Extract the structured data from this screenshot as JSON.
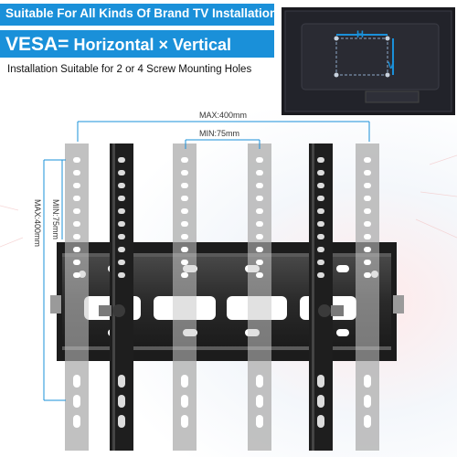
{
  "header": {
    "title": "Suitable For All Kinds Of Brand TV Installation"
  },
  "vesa": {
    "prefix": "VESA=",
    "text": " Horizontal × Vertical"
  },
  "install": {
    "text": "Installation Suitable for 2 or 4 Screw Mounting Holes"
  },
  "inset": {
    "h_label": "H",
    "v_label": "V"
  },
  "dimensions": {
    "max_width": "MAX:400mm",
    "min_width": "MIN:75mm",
    "min_height": "MIN:75mm",
    "max_height": "MAX:400mm"
  },
  "colors": {
    "accent": "#1a90d9",
    "bracket": "#1e1e1e",
    "arm": "#b4b4b4"
  }
}
